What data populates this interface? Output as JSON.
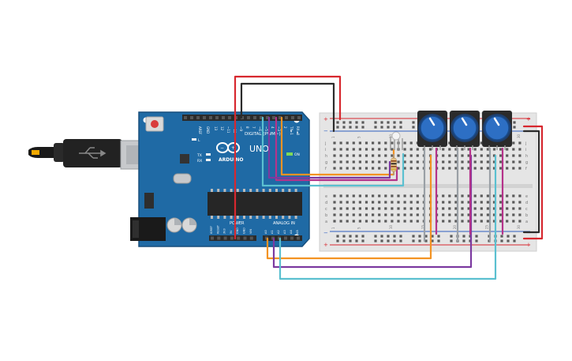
{
  "arduino": {
    "brand": "ARDUINO",
    "model": "UNO",
    "aref": "AREF",
    "gnd": "GND",
    "digital_label": "DIGITAL (PWM~)",
    "header_pins": [
      "13",
      "12",
      "~11",
      "~10",
      "~9",
      "8",
      "7",
      "~6",
      "~5",
      "4",
      "~3",
      "2",
      "TX►1",
      "RX◄0"
    ],
    "led_l": "L",
    "led_tx": "TX",
    "led_rx": "RX",
    "led_on": "ON",
    "power_label": "POWER",
    "analog_label": "ANALOG IN",
    "power_pins": [
      "IOREF",
      "RESET",
      "3V3",
      "5V",
      "GND",
      "GND",
      "VIN"
    ],
    "analog_pins": [
      "A0",
      "A1",
      "A2",
      "A3",
      "A4",
      "A5"
    ]
  },
  "breadboard": {
    "rail_plus": "+",
    "rail_minus": "−",
    "top_rows": [
      "j",
      "i",
      "h",
      "g",
      "f"
    ],
    "bottom_rows": [
      "e",
      "d",
      "c",
      "b",
      "a"
    ],
    "column_numbers": [
      "1",
      "5",
      "10",
      "15",
      "20",
      "25",
      "30"
    ]
  },
  "colors": {
    "board": "#1f6aa5",
    "board_dark": "#184f7d",
    "wire_red": "#d7282f",
    "wire_black": "#2b2b2b",
    "wire_orange": "#f39323",
    "wire_purple": "#7c3aa0",
    "wire_cyan": "#5bc0d0",
    "wire_grey": "#9aa0a6",
    "wire_magenta": "#b5338a",
    "pot_blue": "#2d6fc4"
  }
}
